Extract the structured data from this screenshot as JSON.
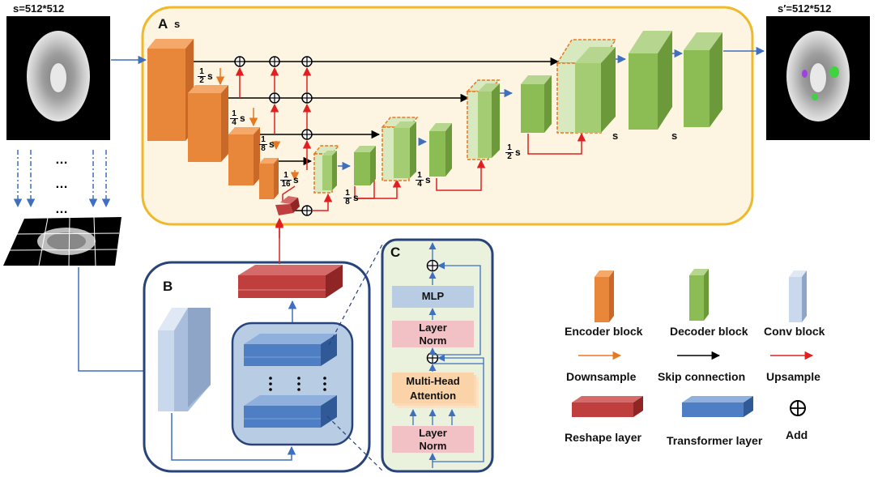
{
  "input": {
    "size_label": "s=512*512"
  },
  "output": {
    "size_label": "s′=512*512"
  },
  "panels": {
    "a": "A",
    "b": "B",
    "c": "C"
  },
  "scales": {
    "s": "s",
    "half": {
      "num": "1",
      "den": "2",
      "var": "s"
    },
    "quarter": {
      "num": "1",
      "den": "4",
      "var": "s"
    },
    "eighth": {
      "num": "1",
      "den": "8",
      "var": "s"
    },
    "sixteenth": {
      "num": "1",
      "den": "16",
      "var": "s"
    }
  },
  "ellipsis": "…",
  "transformer_block": {
    "mlp": "MLP",
    "layer_norm_top": [
      "Layer",
      "Norm"
    ],
    "attention": [
      "Multi-Head",
      "Attention"
    ],
    "layer_norm_bottom": [
      "Layer",
      "Norm"
    ]
  },
  "legend": {
    "encoder": "Encoder block",
    "decoder": "Decoder block",
    "conv": "Conv block",
    "downsample": "Downsample",
    "skip": "Skip connection",
    "upsample": "Upsample",
    "reshape": "Reshape layer",
    "transformer": "Transformer layer",
    "add": "Add"
  },
  "colors": {
    "encoder": "#e8873a",
    "decoder": "#8cbd55",
    "conv": "#b9cce6",
    "reshape": "#bf3f3f",
    "transformer": "#4e7fc5",
    "panel_a_bg": "#fdf5e2",
    "panel_a_border": "#f0b92a",
    "panel_b_bg": "#ffffff",
    "panel_b_border": "#27437a",
    "panel_c_bg": "#eaf2dd",
    "mlp_fill": "#b8cce4",
    "norm_fill": "#f2c1c5",
    "attention_fill": "#fbd3a8",
    "blue_arrow": "#3f6fbf",
    "red_arrow": "#e02020",
    "orange_arrow": "#e87722",
    "black_arrow": "#000000"
  }
}
